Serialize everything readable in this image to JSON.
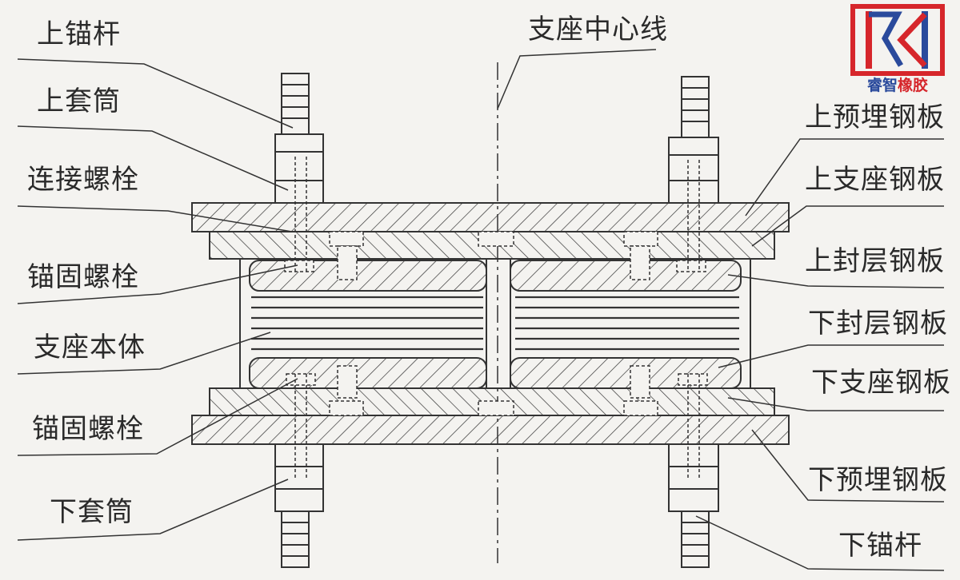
{
  "labels": {
    "upper_anchor_rod": "上锚杆",
    "upper_sleeve": "上套筒",
    "connecting_bolt": "连接螺栓",
    "anchor_bolt_upper": "锚固螺栓",
    "bearing_body": "支座本体",
    "anchor_bolt_lower": "锚固螺栓",
    "lower_sleeve": "下套筒",
    "bearing_centerline": "支座中心线",
    "upper_embedded_plate": "上预埋钢板",
    "upper_bearing_plate": "上支座钢板",
    "upper_sealing_plate": "上封层钢板",
    "lower_sealing_plate": "下封层钢板",
    "lower_bearing_plate": "下支座钢板",
    "lower_embedded_plate": "下预埋钢板",
    "lower_anchor_rod": "下锚杆"
  },
  "logo": {
    "text_part1": "睿智",
    "text_part2": "橡胶",
    "color_blue": "#2a4a9c",
    "color_red": "#d6262b"
  },
  "colors": {
    "ink": "#2a2a2a",
    "paper": "#f4f3f0"
  }
}
